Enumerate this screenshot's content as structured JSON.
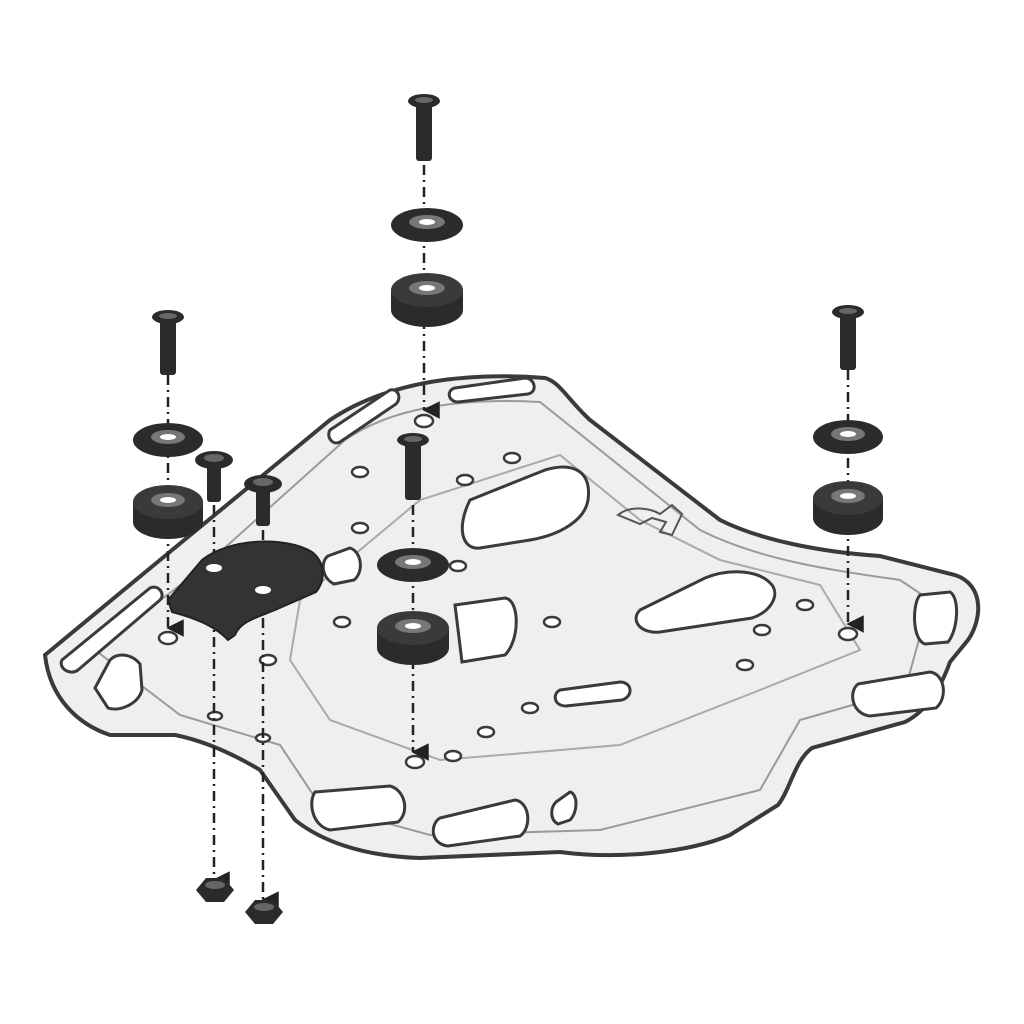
{
  "diagram": {
    "subject": "rack-plate-assembly",
    "colors": {
      "background": "#ffffff",
      "plate_fill": "#efefef",
      "plate_stroke": "#3a3a3a",
      "hardware_dark": "#2b2b2b",
      "hardware_mid": "#555555",
      "guide_line": "#222222"
    },
    "parts": [
      {
        "id": "rubber-mount-stack-center-rear",
        "name": "rubber-mount-stack"
      },
      {
        "id": "rubber-mount-stack-left",
        "name": "rubber-mount-stack"
      },
      {
        "id": "rubber-mount-stack-right",
        "name": "rubber-mount-stack"
      },
      {
        "id": "rubber-mount-stack-center-front",
        "name": "rubber-mount-stack"
      },
      {
        "id": "adapter-bracket",
        "name": "adapter-plate"
      },
      {
        "id": "lock-nut-left",
        "name": "lock-nut"
      },
      {
        "id": "lock-nut-right",
        "name": "lock-nut"
      }
    ]
  }
}
